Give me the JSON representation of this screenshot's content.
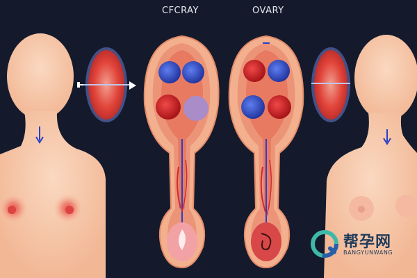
{
  "labels": {
    "left": "CFCRAY",
    "right": "OVARY"
  },
  "watermark": {
    "brand_cn": "帮孕网",
    "brand_en": "BANGYUNWANG"
  },
  "colors": {
    "background": "#141a2c",
    "skin": "#f6c7a8",
    "organ_outer": "#f3b08e",
    "organ_inner": "#e88066",
    "red": "#d8262a",
    "blue": "#3a52c8",
    "purple": "#a98cc8"
  },
  "icons": [
    "arrow-right-icon",
    "arrow-down-icon",
    "q-logo-icon"
  ]
}
